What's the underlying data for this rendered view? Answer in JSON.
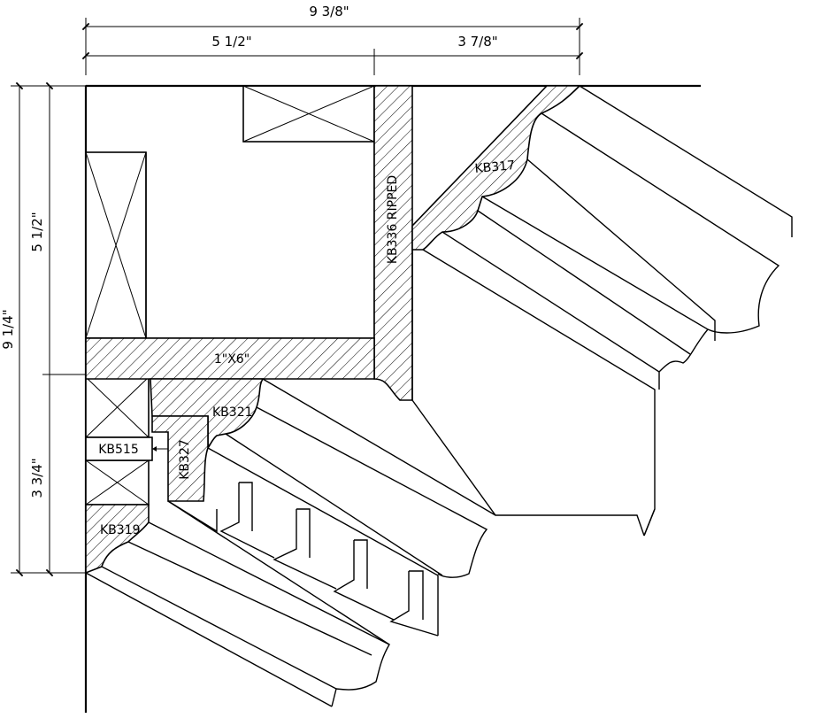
{
  "dimensions": {
    "overall_width": "9 3/8\"",
    "left_width": "5 1/2\"",
    "right_width": "3 7/8\"",
    "overall_height": "9 1/4\"",
    "upper_height": "5 1/2\"",
    "lower_height": "3 3/4\""
  },
  "parts": {
    "kb336": "KB336 RIPPED",
    "kb317": "KB317",
    "board": "1\"X6\"",
    "kb321": "KB321",
    "kb327": "KB327",
    "kb515": "KB515",
    "kb319": "KB319"
  }
}
